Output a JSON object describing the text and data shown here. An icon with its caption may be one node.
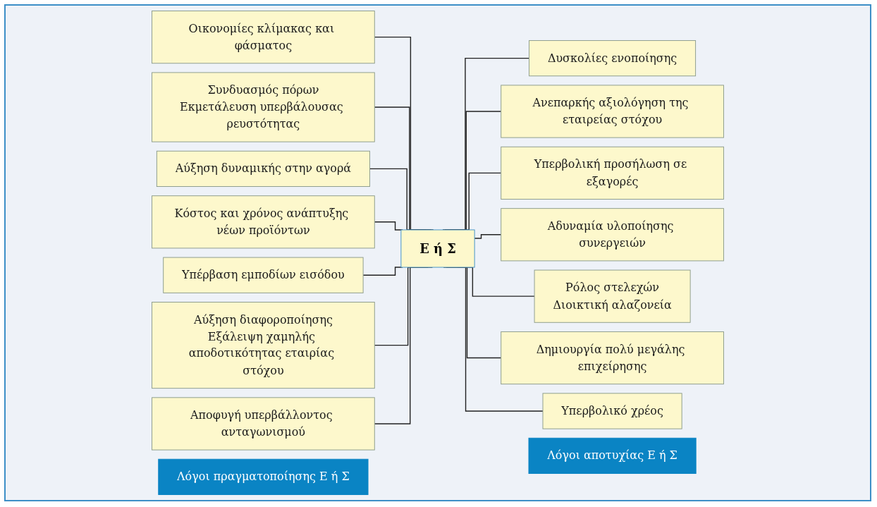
{
  "diagram": {
    "nodes": [
      {
        "text": [
          "Λόγοι πραγματοποίησης Ε ή Σ"
        ]
      },
      {
        "text": [
          "Οικονομίες κλίμακας και φάσματος"
        ]
      },
      {
        "text": [
          "Συνδυασμός πόρων",
          "Εκμετάλευση υπερβάλουσας ρευστότητας"
        ]
      },
      {
        "text": [
          "Αύξηση δυναμικής στην αγορά"
        ]
      },
      {
        "text": [
          "Κόστος και χρόνος ανάπτυξης νέων προϊόντων"
        ]
      },
      {
        "text": [
          "Υπέρβαση εμποδίων εισόδου"
        ]
      },
      {
        "text": [
          "Αύξηση διαφοροποίησης",
          "Εξάλειψη χαμηλής αποδοτικότητας εταιρίας στόχου"
        ]
      },
      {
        "text": [
          "Αποφυγή υπερβάλλοντος ανταγωνισμού"
        ]
      },
      {
        "text": [
          "Ε ή Σ"
        ]
      },
      {
        "text": [
          "Λόγοι αποτυχίας Ε ή Σ"
        ]
      },
      {
        "text": [
          "Δυσκολίες ενοποίησης"
        ]
      },
      {
        "text": [
          "Ανεπαρκής αξιολόγηση της εταιρείας στόχου"
        ]
      },
      {
        "text": [
          "Υπερβολική προσήλωση σε εξαγορές"
        ]
      },
      {
        "text": [
          "Αδυναμία υλοποίησης συνεργειών"
        ]
      },
      {
        "text": [
          "Ρόλος στελεχών",
          "Διοικτική αλαζονεία"
        ]
      },
      {
        "text": [
          "Δημιουργία πολύ μεγάλης επιχείρησης"
        ]
      },
      {
        "text": [
          "Υπερβολικό χρέος"
        ]
      }
    ],
    "edges": [
      {
        "from": 1,
        "to": 8,
        "arrow": "none"
      },
      {
        "from": 2,
        "to": 8,
        "arrow": "none"
      },
      {
        "from": 3,
        "to": 8,
        "arrow": "none"
      },
      {
        "from": 4,
        "to": 8,
        "arrow": "none"
      },
      {
        "from": 5,
        "to": 8,
        "arrow": "none"
      },
      {
        "from": 6,
        "to": 8,
        "arrow": "none"
      },
      {
        "from": 7,
        "to": 8,
        "arrow": "none"
      },
      {
        "from": 8,
        "to": 10,
        "arrow": "none"
      },
      {
        "from": 8,
        "to": 11,
        "arrow": "none"
      },
      {
        "from": 8,
        "to": 12,
        "arrow": "none"
      },
      {
        "from": 8,
        "to": 13,
        "arrow": "none"
      },
      {
        "from": 8,
        "to": 14,
        "arrow": "none"
      },
      {
        "from": 8,
        "to": 15,
        "arrow": "none"
      },
      {
        "from": 8,
        "to": 16,
        "arrow": "none"
      }
    ]
  }
}
